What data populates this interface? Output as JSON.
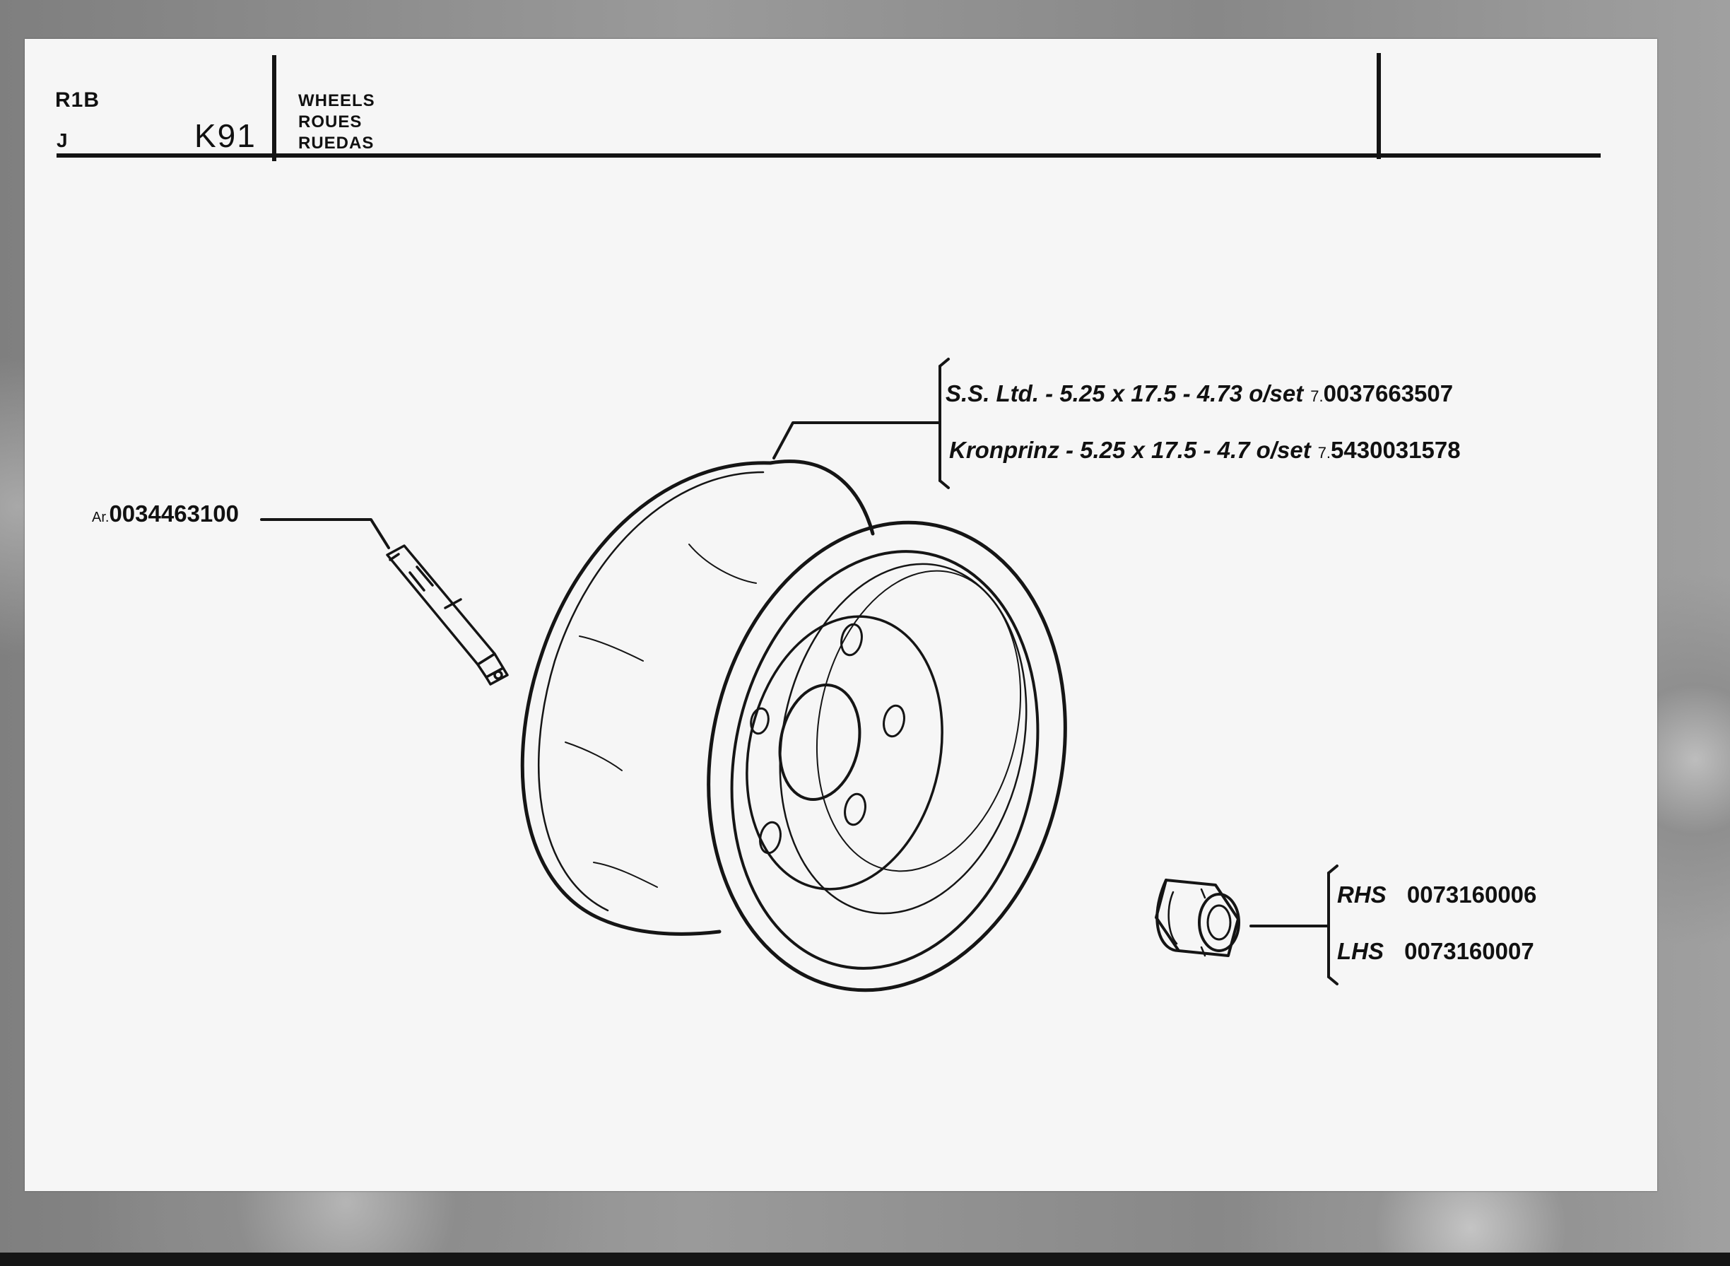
{
  "header": {
    "group_code": "R1B",
    "sub_code": "J",
    "page_code": "K91",
    "titles": [
      "WHEELS",
      "ROUES",
      "RUEDAS"
    ]
  },
  "valve": {
    "prefix": "Ar.",
    "part_number": "0034463100"
  },
  "wheel": {
    "variants": [
      {
        "label": "S.S. Ltd. - 5.25 x 17.5 - 4.73 o/set",
        "prefix": "7.",
        "part_number": "0037663507"
      },
      {
        "label": "Kronprinz - 5.25 x 17.5 - 4.7 o/set",
        "prefix": "7.",
        "part_number": "5430031578"
      }
    ]
  },
  "nut": {
    "variants": [
      {
        "side": "RHS",
        "part_number": "0073160006"
      },
      {
        "side": "LHS",
        "part_number": "0073160007"
      }
    ]
  }
}
